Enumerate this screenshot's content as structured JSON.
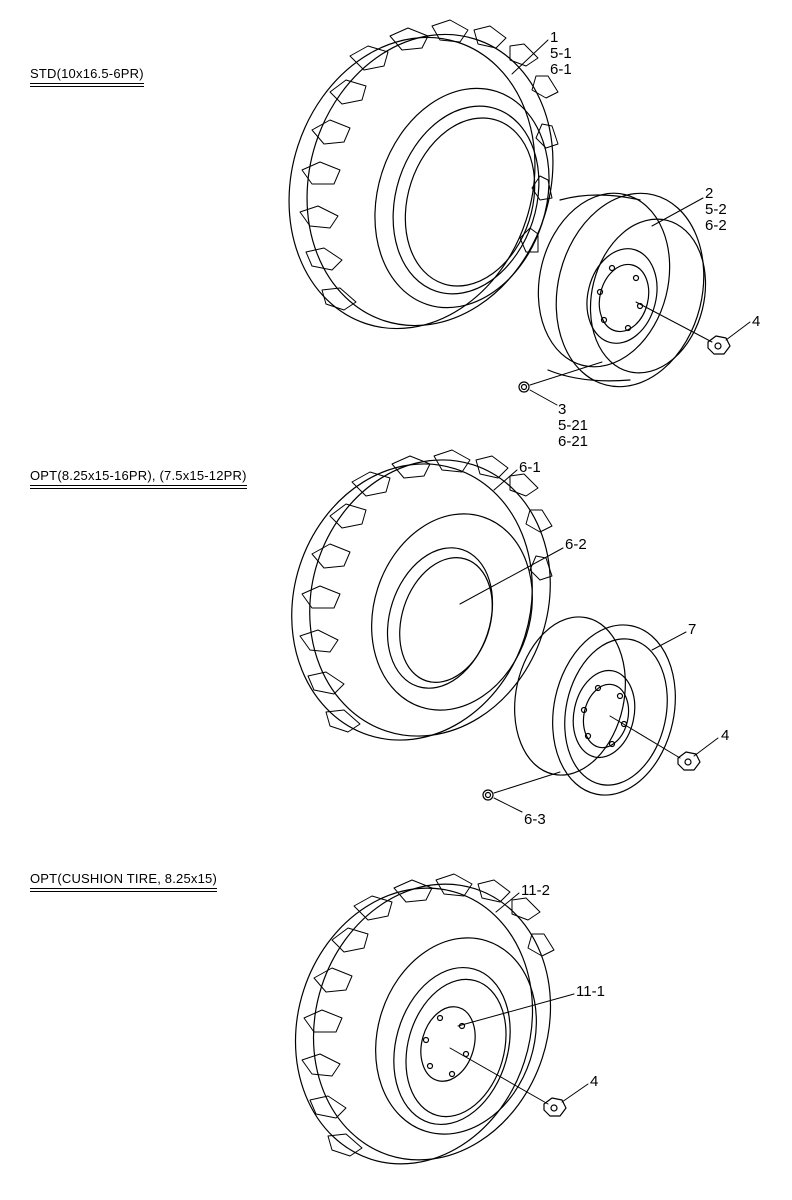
{
  "sections": [
    {
      "caption": "STD(10x16.5-6PR)",
      "callouts": {
        "tire": [
          "1",
          "5-1",
          "6-1"
        ],
        "rim": [
          "2",
          "5-2",
          "6-2"
        ],
        "nut": [
          "4"
        ],
        "valve": [
          "3",
          "5-21",
          "6-21"
        ]
      }
    },
    {
      "caption": "OPT(8.25x15-16PR), (7.5x15-12PR)",
      "callouts": {
        "tire": [
          "6-1"
        ],
        "tube": [
          "6-2"
        ],
        "rim": [
          "7"
        ],
        "nut": [
          "4"
        ],
        "valve": [
          "6-3"
        ]
      }
    },
    {
      "caption": "OPT(CUSHION TIRE, 8.25x15)",
      "callouts": {
        "tire": [
          "11-2"
        ],
        "wheel": [
          "11-1"
        ],
        "nut": [
          "4"
        ]
      }
    }
  ]
}
